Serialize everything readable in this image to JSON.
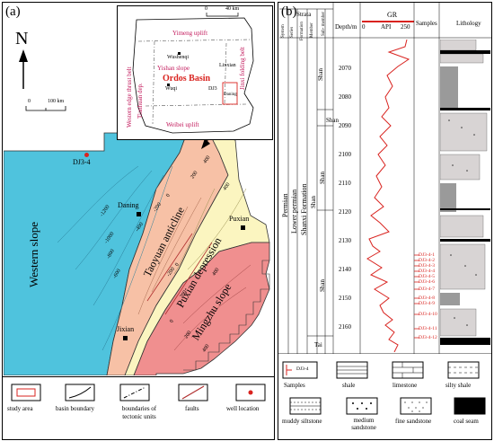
{
  "panel_a": {
    "label": "(a)",
    "north": "N",
    "scale_large": "100 km",
    "scale_large_zero": "0",
    "scale_inset": "40 km",
    "scale_inset_zero": "0",
    "inset": {
      "title": "Ordos Basin",
      "yimeng": "Yimeng uplift",
      "yishan": "Yishan slope",
      "weibei": "Weibei uplift",
      "western_thrust": "Western edge thrust belt",
      "tianhuan": "Tianhuan dep.",
      "jinxi": "Jinxi folding belt",
      "wushenqi": "Wushenqi",
      "linxian": "Linxian",
      "wuqi": "Wuqi",
      "daning_small": "Daning",
      "dj_small": "DJ3"
    },
    "map": {
      "western_slope": "Western slope",
      "taoyuan": "Taoyuan anticline",
      "puxian_dep": "Puxian depression",
      "mingzhu": "Mingzhu slope",
      "daning": "Daning",
      "puxian": "Puxian",
      "jixian": "Jixian",
      "well": "DJ3-4",
      "contours": [
        "-1200",
        "-1000",
        "-800",
        "-600",
        "-400",
        "-200",
        "0",
        "200",
        "400",
        "-200",
        "0",
        "200",
        "400",
        "0",
        "200",
        "400",
        "400"
      ]
    },
    "legend": {
      "study_area": "study area",
      "basin_boundary": "basin boundary",
      "tectonic_boundaries": "boundaries of tectonic units",
      "faults": "faults",
      "well_location": "well location"
    },
    "colors": {
      "western_slope": "#4fc3dd",
      "anticline": "#f7c1a6",
      "depression": "#fbf5c0",
      "mingzhu": "#f08f8f",
      "outline": "#333333",
      "well": "#d9231f"
    }
  },
  "panel_b": {
    "label": "(b)",
    "strata": "Strata",
    "headers": [
      "System",
      "Series",
      "Formation",
      "Member",
      "Sub-\nmember"
    ],
    "depth_header": "Depth/m",
    "gr_label": "GR",
    "api_label": "API",
    "api_min": "0",
    "api_max": "250",
    "samples_header": "Samples",
    "lithology_header": "Lithology",
    "system": "Permian",
    "series": "Lower permian",
    "formation": "Shanxi Formation",
    "member": "Shan",
    "submembers": [
      "Shan",
      "Shan",
      "Shan",
      "Shan"
    ],
    "taiyuan": "Tai",
    "depths": [
      "2070",
      "2080",
      "2090",
      "2100",
      "2110",
      "2120",
      "2130",
      "2140",
      "2150",
      "2160"
    ],
    "samples": [
      "DJ3-4-1",
      "DJ3-4-2",
      "DJ3-4-3",
      "DJ3-4-4",
      "DJ3-4-5",
      "DJ3-4-6",
      "DJ3-4-7",
      "DJ3-4-8",
      "DJ3-4-9",
      "DJ3-4-10",
      "DJ3-4-11",
      "DJ3-4-12"
    ],
    "legend": {
      "samples": "Samples",
      "sample_tag": "DJ3-4",
      "shale": "shale",
      "limestone": "limestone",
      "silty_shale": "silty shale",
      "muddy_siltstone": "muddy siltstone",
      "medium_sandstone": "medium sandstone",
      "fine_sandstone": "fine sandstone",
      "coal_seam": "coal seam"
    },
    "colors": {
      "gr_curve": "#d9231f",
      "sample_tick": "#d9231f",
      "coal": "#000000",
      "sand": "#d8d4d4"
    }
  }
}
